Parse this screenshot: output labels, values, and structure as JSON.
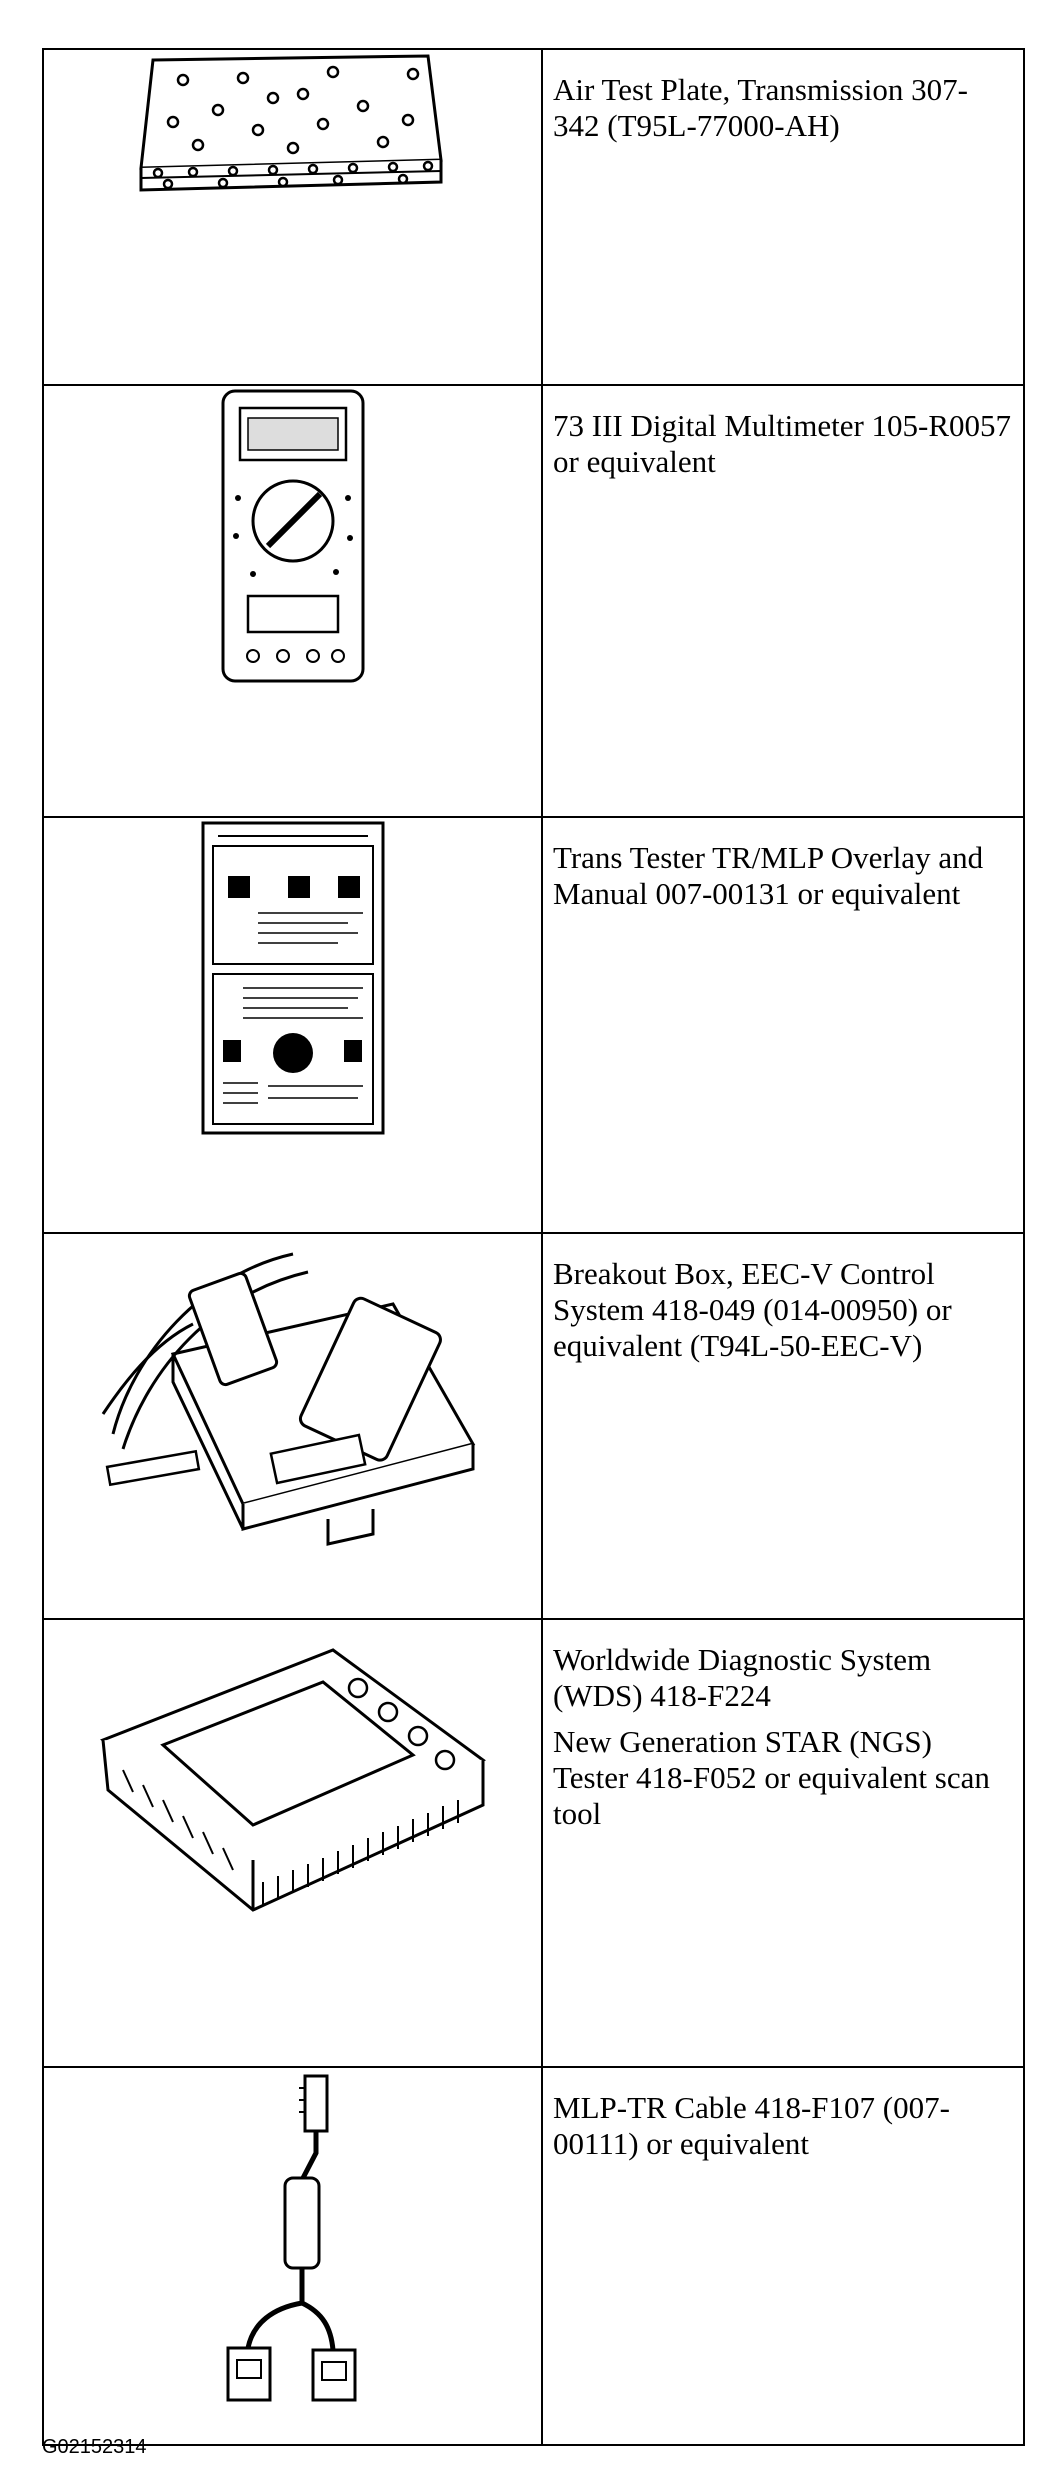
{
  "rows": [
    {
      "icon": "air-test-plate-icon",
      "lines": [
        "Air Test Plate, Transmission 307-342 (T95L-77000-AH)"
      ]
    },
    {
      "icon": "digital-multimeter-icon",
      "lines": [
        "73 III Digital Multimeter 105-R0057 or equivalent"
      ]
    },
    {
      "icon": "trans-tester-overlay-icon",
      "lines": [
        "Trans Tester TR/MLP Overlay and Manual 007-00131 or equivalent"
      ]
    },
    {
      "icon": "breakout-box-icon",
      "lines": [
        "Breakout Box, EEC-V Control System 418-049 (014-00950) or equivalent (T94L-50-EEC-V)"
      ]
    },
    {
      "icon": "diagnostic-tester-icon",
      "lines": [
        "Worldwide Diagnostic System (WDS) 418-F224",
        "New Generation STAR (NGS) Tester 418-F052 or equivalent scan tool"
      ]
    },
    {
      "icon": "mlp-tr-cable-icon",
      "lines": [
        "MLP-TR Cable 418-F107 (007-00111) or equivalent"
      ]
    }
  ],
  "footer": {
    "code": "G02152314"
  }
}
